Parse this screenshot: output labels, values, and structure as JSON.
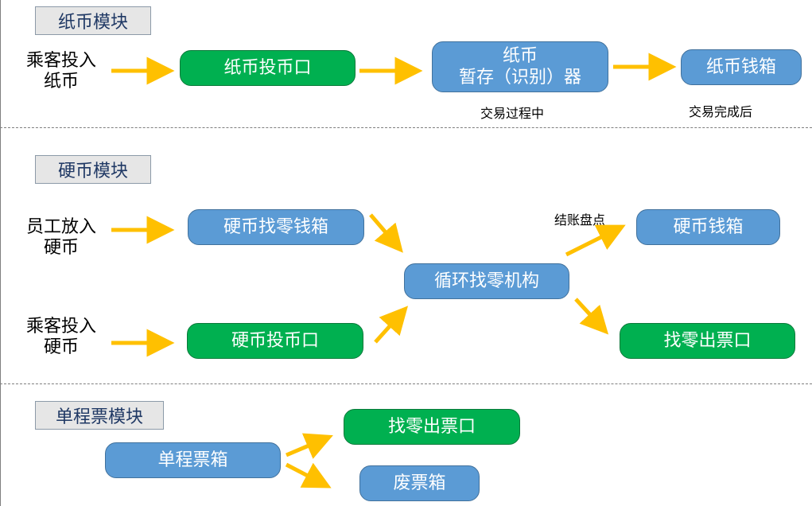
{
  "paper": {
    "label": "纸币模块",
    "source_line1": "乘客投入",
    "source_line2": "纸币",
    "inlet": "纸币投币口",
    "temp_line1": "纸币",
    "temp_line2": "暂存（识别）器",
    "vault": "纸币钱箱",
    "note_in_progress": "交易过程中",
    "note_done": "交易完成后"
  },
  "coin": {
    "label": "硬币模块",
    "staff_line1": "员工放入",
    "staff_line2": "硬币",
    "change_box": "硬币找零钱箱",
    "passenger_line1": "乘客投入",
    "passenger_line2": "硬币",
    "inlet": "硬币投币口",
    "cycle": "循环找零机构",
    "note_settle": "结账盘点",
    "vault": "硬币钱箱",
    "outlet": "找零出票口"
  },
  "ticket": {
    "label": "单程票模块",
    "box": "单程票箱",
    "outlet": "找零出票口",
    "waste": "废票箱"
  },
  "colors": {
    "box_blue": "#5b9bd5",
    "box_green": "#00b050",
    "arrow": "#ffc000",
    "label_text": "#1f3864"
  }
}
